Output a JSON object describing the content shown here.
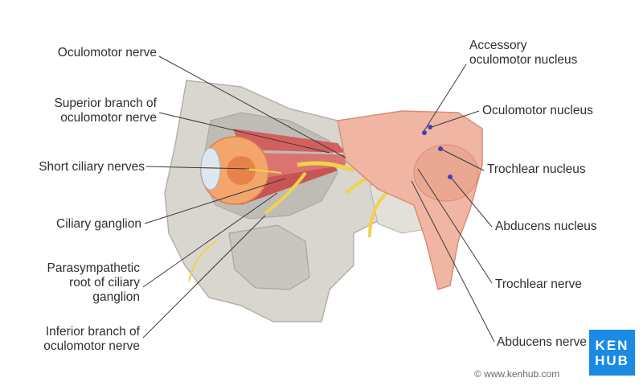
{
  "labels": {
    "oculomotor_nerve": "Oculomotor nerve",
    "superior_branch": [
      "Superior branch of",
      "oculomotor nerve"
    ],
    "short_ciliary": "Short ciliary nerves",
    "ciliary_ganglion": "Ciliary ganglion",
    "parasympathetic_root": [
      "Parasympathetic",
      "root of ciliary",
      "ganglion"
    ],
    "inferior_branch": [
      "Inferior branch of",
      "oculomotor nerve"
    ],
    "accessory_nucleus": [
      "Accessory",
      "oculomotor nucleus"
    ],
    "oculomotor_nucleus": "Oculomotor nucleus",
    "trochlear_nucleus": "Trochlear nucleus",
    "abducens_nucleus": "Abducens nucleus",
    "trochlear_nerve": "Trochlear nerve",
    "abducens_nerve": "Abducens nerve"
  },
  "brand": {
    "line1": "KEN",
    "line2": "HUB",
    "color": "#1a8ae5"
  },
  "credit": "© www.kenhub.com",
  "colors": {
    "bone": "#d9d6d0",
    "muscle": "#d2605f",
    "nerve": "#f1d34a",
    "brainstem": "#f0b6a3",
    "eye": "#f3a56c",
    "artery": "#d83a3a",
    "leader": "#3a3a3a"
  }
}
